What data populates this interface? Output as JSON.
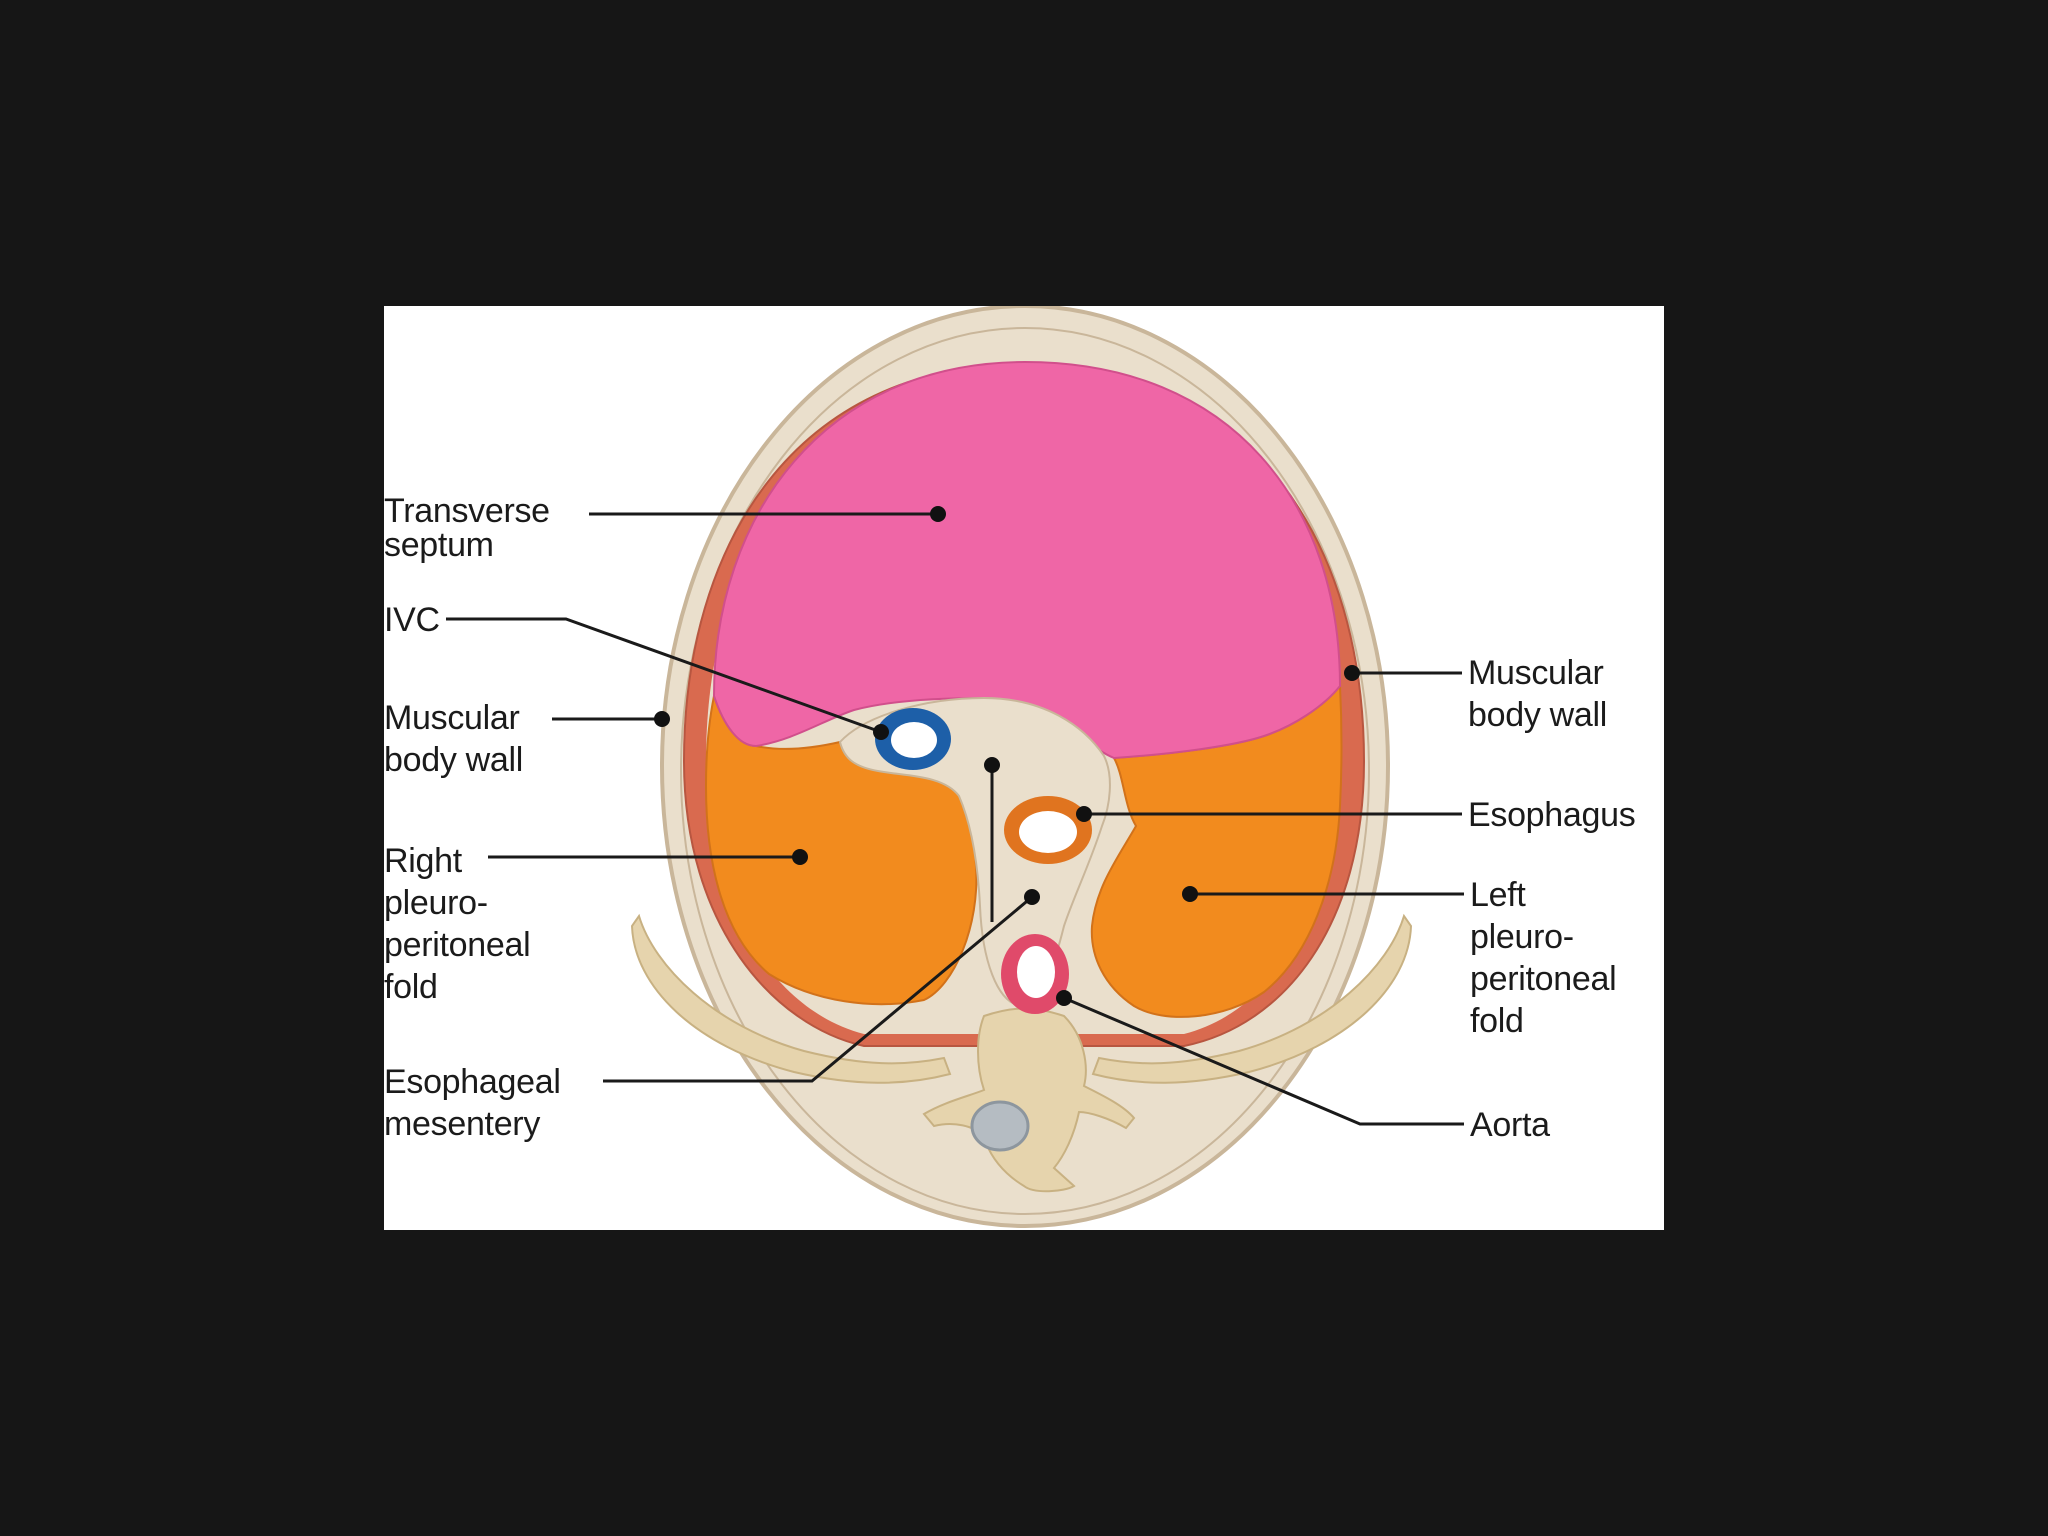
{
  "diagram": {
    "colors": {
      "background": "#161616",
      "panel": "#ffffff",
      "body_outline": "#c9b69a",
      "body_tissue": "#eadfcc",
      "body_wall": "#d96a4f",
      "transverse_septum": "#ef66a6",
      "pleuroperitoneal_fold": "#f28b1e",
      "ivc": "#1d5fa8",
      "esophagus": "#e0741f",
      "aorta": "#e04a6a",
      "bone": "#e6d4ad",
      "spinal_canal": "#b5bcc2"
    },
    "labels": {
      "transverse_septum": [
        "Transverse",
        "septum"
      ],
      "ivc": [
        "IVC"
      ],
      "muscular_body_wall_left": [
        "Muscular",
        "body wall"
      ],
      "right_pleuroperitoneal_fold": [
        "Right",
        "pleuro-",
        "peritoneal",
        "fold"
      ],
      "esophageal_mesentery": [
        "Esophageal",
        "mesentery"
      ],
      "muscular_body_wall_right": [
        "Muscular",
        "body wall"
      ],
      "esophagus": [
        "Esophagus"
      ],
      "left_pleuroperitoneal_fold": [
        "Left",
        "pleuro-",
        "peritoneal",
        "fold"
      ],
      "aorta": [
        "Aorta"
      ]
    }
  }
}
